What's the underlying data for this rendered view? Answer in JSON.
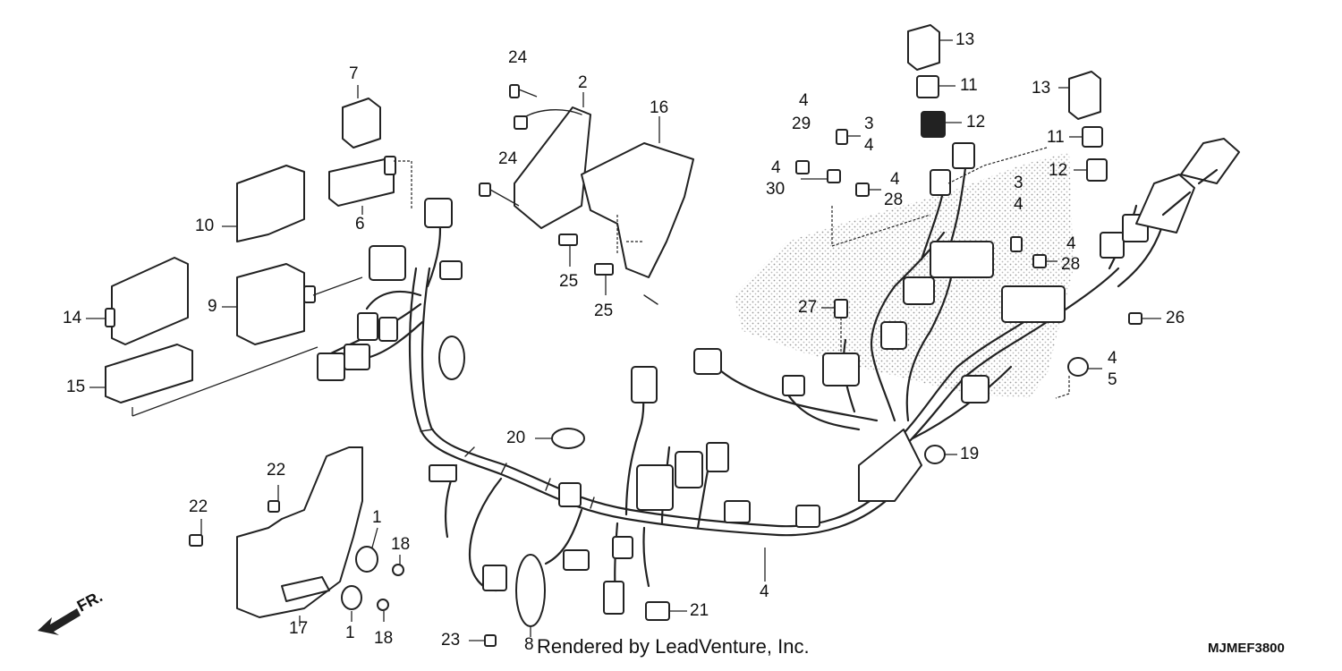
{
  "footer": {
    "credit": "Rendered by LeadVenture, Inc.",
    "diagram_code": "MJMEF3800"
  },
  "orientation": {
    "front_label": "FR."
  },
  "callouts": [
    {
      "id": "c1",
      "text": "1"
    },
    {
      "id": "c1b",
      "text": "1"
    },
    {
      "id": "c2",
      "text": "2"
    },
    {
      "id": "c3a",
      "text": "3"
    },
    {
      "id": "c3b",
      "text": "3"
    },
    {
      "id": "c4a",
      "text": "4"
    },
    {
      "id": "c4b",
      "text": "4"
    },
    {
      "id": "c4c",
      "text": "4"
    },
    {
      "id": "c4d",
      "text": "4"
    },
    {
      "id": "c4e",
      "text": "4"
    },
    {
      "id": "c4f",
      "text": "4"
    },
    {
      "id": "c4g",
      "text": "4"
    },
    {
      "id": "c4h",
      "text": "4"
    },
    {
      "id": "c5",
      "text": "5"
    },
    {
      "id": "c6",
      "text": "6"
    },
    {
      "id": "c7",
      "text": "7"
    },
    {
      "id": "c8",
      "text": "8"
    },
    {
      "id": "c9",
      "text": "9"
    },
    {
      "id": "c10",
      "text": "10"
    },
    {
      "id": "c11a",
      "text": "11"
    },
    {
      "id": "c11b",
      "text": "11"
    },
    {
      "id": "c12a",
      "text": "12"
    },
    {
      "id": "c12b",
      "text": "12"
    },
    {
      "id": "c13a",
      "text": "13"
    },
    {
      "id": "c13b",
      "text": "13"
    },
    {
      "id": "c14",
      "text": "14"
    },
    {
      "id": "c15",
      "text": "15"
    },
    {
      "id": "c16",
      "text": "16"
    },
    {
      "id": "c17",
      "text": "17"
    },
    {
      "id": "c18a",
      "text": "18"
    },
    {
      "id": "c18b",
      "text": "18"
    },
    {
      "id": "c19",
      "text": "19"
    },
    {
      "id": "c20",
      "text": "20"
    },
    {
      "id": "c21",
      "text": "21"
    },
    {
      "id": "c22a",
      "text": "22"
    },
    {
      "id": "c22b",
      "text": "22"
    },
    {
      "id": "c23",
      "text": "23"
    },
    {
      "id": "c24a",
      "text": "24"
    },
    {
      "id": "c24b",
      "text": "24"
    },
    {
      "id": "c25a",
      "text": "25"
    },
    {
      "id": "c25b",
      "text": "25"
    },
    {
      "id": "c26",
      "text": "26"
    },
    {
      "id": "c27",
      "text": "27"
    },
    {
      "id": "c28a",
      "text": "28"
    },
    {
      "id": "c28b",
      "text": "28"
    },
    {
      "id": "c29",
      "text": "29"
    },
    {
      "id": "c30",
      "text": "30"
    }
  ]
}
